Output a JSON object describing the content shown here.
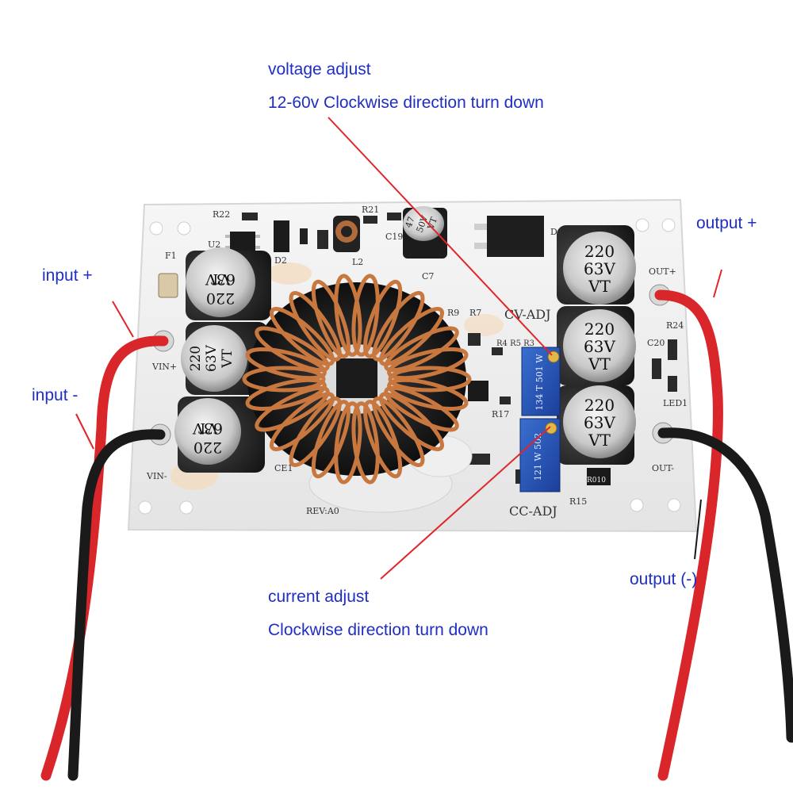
{
  "annotations": {
    "voltage_adjust_title": "voltage adjust",
    "voltage_adjust_desc": "12-60v Clockwise direction turn down",
    "current_adjust_title": "current adjust",
    "current_adjust_desc": "Clockwise direction turn down",
    "input_plus": "input +",
    "input_minus": "input -",
    "output_plus": "output +",
    "output_minus": "output (-)"
  },
  "capacitors": {
    "value": "220",
    "voltage": "63V",
    "series": "VT",
    "small_value": "47",
    "small_voltage": "50V",
    "small_series": "VT"
  },
  "silkscreen": {
    "cv_adj": "CV-ADJ",
    "cc_adj": "CC-ADJ",
    "vin_plus": "VIN+",
    "vin_minus": "VIN-",
    "out_plus": "OUT+",
    "out_minus": "OUT-",
    "d1": "D1",
    "r24": "R24",
    "c20": "C20",
    "led1": "LED1",
    "ce1": "CE1",
    "f1": "F1",
    "u2": "U2",
    "r22": "R22",
    "r21": "R21",
    "c19": "C19",
    "l2": "L2",
    "d2": "D2",
    "rev": "REV:A0",
    "r9": "R9",
    "r7": "R7",
    "c7": "C7",
    "r4r5r3": "R4 R5 R3",
    "r17": "R17",
    "r15": "R15",
    "pot_top": "134 T 501 W",
    "pot_bottom": "121 W 502",
    "r010": "R010"
  },
  "colors": {
    "annotation_text": "#1f2ec4",
    "leader_line": "#e0262a",
    "board": "#f0f0f0",
    "copper": "#c8773f",
    "red_wire": "#d8262a",
    "black_wire": "#1a1a1a"
  }
}
